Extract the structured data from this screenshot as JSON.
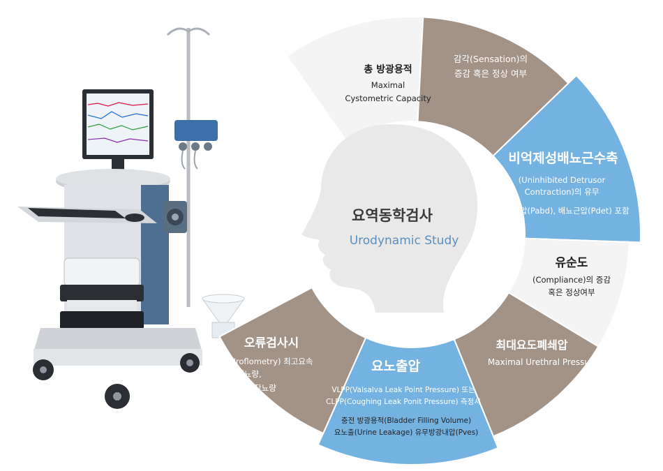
{
  "center": {
    "title": "요역동학검사",
    "subtitle": "Urodynamic Study"
  },
  "segments": [
    {
      "id": "total-capacity",
      "color": "#f4f4f4",
      "text_color": "#222222",
      "title": "총 방광용적",
      "lines": [
        "Maximal",
        "Cystometric Capacity"
      ]
    },
    {
      "id": "sensation",
      "color": "#a39387",
      "text_color": "#ffffff",
      "title": "",
      "lines": [
        "감각(Sensation)의",
        "증감 혹은 정상 여부"
      ]
    },
    {
      "id": "uninhibited-contraction",
      "color": "#74b2e2",
      "text_color": "#ffffff",
      "title": "비억제성배뇨근수축",
      "lines": [
        "(Uninhibited Detrusor",
        "Contraction)의 유무",
        "복압(Pabd), 배뇨근압(Pdet) 포함"
      ]
    },
    {
      "id": "compliance",
      "color": "#f4f4f4",
      "text_color": "#222222",
      "title": "유순도",
      "lines": [
        "(Compliance)의 증감",
        "혹은 정상여부"
      ]
    },
    {
      "id": "urethral-pressure",
      "color": "#a39387",
      "text_color": "#ffffff",
      "title": "최대요도폐쇄압",
      "lines": [
        "Maximal Urethral Pressure"
      ]
    },
    {
      "id": "leak-pressure",
      "color": "#74b2e2",
      "text_color": "#ffffff",
      "title": "요노출압",
      "lines": [
        "VLPP(Valsalva Leak Point Pressure) 또는",
        "CLPP(Coughing Leak Ponit Pressure) 측정시",
        "충전 방광용적(Bladder Filling Volume)",
        "요노출(Urine Leakage) 유무방광내압(Pves)"
      ]
    },
    {
      "id": "uroflowmetry",
      "color": "#a39387",
      "text_color": "#ffffff",
      "title": "오류검사시",
      "lines": [
        "(Uroflometry) 최고요속",
        "및 배뇨량,",
        "배뇨 후 잔뇨량"
      ]
    }
  ],
  "colors": {
    "head": "#e8e8e8",
    "center_title": "#3a3a3a",
    "center_subtitle": "#5a8fbf",
    "cart_blue": "#4f6f92",
    "cart_grey": "#cfd3d7"
  },
  "icons": [
    "urodynamic-cart-illustration",
    "iv-pole-icon",
    "monitor-icon",
    "printer-icon",
    "keyboard-icon",
    "funnel-icon"
  ]
}
